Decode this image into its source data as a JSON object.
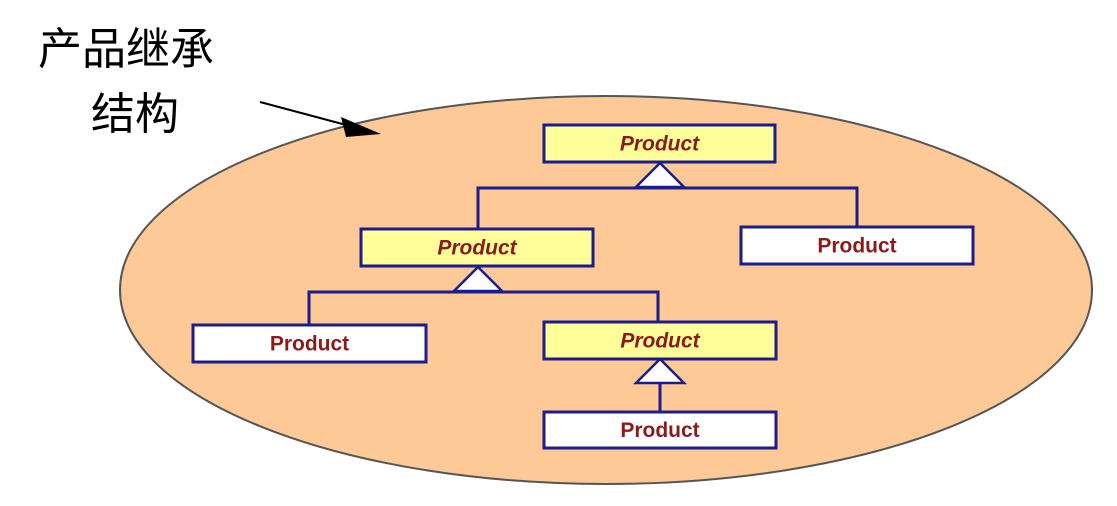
{
  "caption": {
    "line1": "产品继承",
    "line2": "结构"
  },
  "diagram": {
    "colors": {
      "background_ellipse": "#FCC997",
      "ellipse_stroke": "#555555",
      "abstract_fill": "#FFFF99",
      "concrete_fill": "#FFFFFF",
      "box_stroke": "#1C1C8A",
      "label_color": "#8B1A1A",
      "arrow_color": "#000000"
    },
    "nodes": [
      {
        "id": "root",
        "label": "Product",
        "kind": "abstract"
      },
      {
        "id": "mid-left",
        "label": "Product",
        "kind": "abstract"
      },
      {
        "id": "mid-right",
        "label": "Product",
        "kind": "concrete"
      },
      {
        "id": "leaf-left",
        "label": "Product",
        "kind": "concrete"
      },
      {
        "id": "leaf-mid",
        "label": "Product",
        "kind": "abstract"
      },
      {
        "id": "leaf-bottom",
        "label": "Product",
        "kind": "concrete"
      }
    ],
    "edges": [
      {
        "from": "mid-left",
        "to": "root",
        "type": "inheritance"
      },
      {
        "from": "mid-right",
        "to": "root",
        "type": "inheritance"
      },
      {
        "from": "leaf-left",
        "to": "mid-left",
        "type": "inheritance"
      },
      {
        "from": "leaf-mid",
        "to": "mid-left",
        "type": "inheritance"
      },
      {
        "from": "leaf-bottom",
        "to": "leaf-mid",
        "type": "inheritance"
      }
    ]
  }
}
